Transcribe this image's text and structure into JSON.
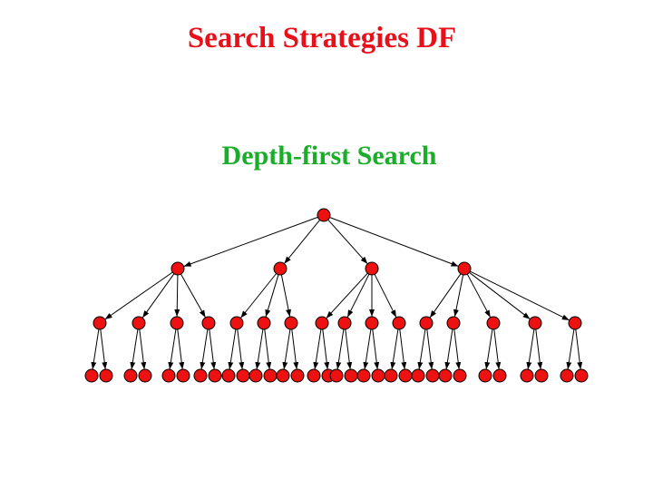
{
  "slide": {
    "title": "Search Strategies DF",
    "subtitle": "Depth-first Search"
  },
  "colors": {
    "title": "#e8101a",
    "subtitle": "#1aad2a",
    "node_fill": "#ee1111",
    "node_stroke": "#000000",
    "edge": "#000000"
  },
  "tree": {
    "type": "search-tree",
    "levels": 4,
    "branching": [
      4,
      [
        4,
        3,
        4,
        5
      ],
      2
    ],
    "level_counts": [
      1,
      4,
      16,
      32
    ]
  }
}
